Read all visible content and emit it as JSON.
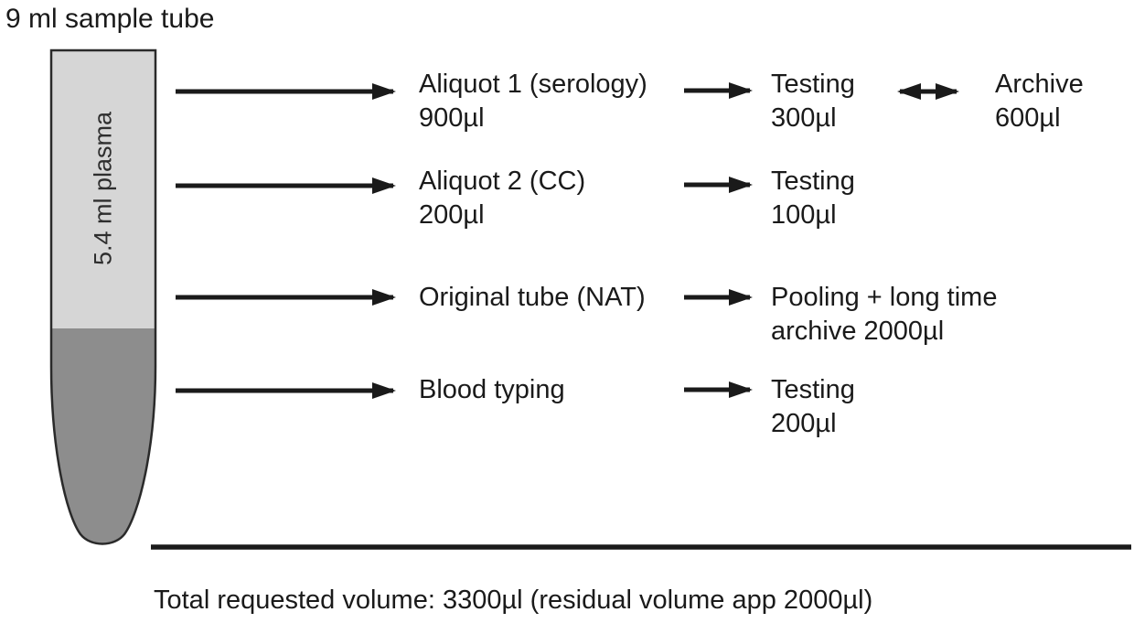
{
  "title": "9 ml sample tube",
  "ink_color": "#1a1a1a",
  "tube": {
    "label": "5.4 ml plasma",
    "light_color": "#d6d6d6",
    "dark_color": "#8d8d8d",
    "outline_color": "#2a2a2a"
  },
  "rows": [
    {
      "source": {
        "line1": "Aliquot 1 (serology)",
        "line2": "900µl"
      },
      "dest": {
        "line1": "Testing",
        "line2": "300µl"
      },
      "extra": {
        "line1": "Archive",
        "line2": "600µl"
      }
    },
    {
      "source": {
        "line1": "Aliquot 2 (CC)",
        "line2": "200µl"
      },
      "dest": {
        "line1": "Testing",
        "line2": "100µl"
      }
    },
    {
      "source": {
        "line1": "Original tube (NAT)"
      },
      "dest": {
        "line1": "Pooling + long time",
        "line2": "archive 2000µl"
      }
    },
    {
      "source": {
        "line1": "Blood typing"
      },
      "dest": {
        "line1": "Testing",
        "line2": "200µl"
      }
    }
  ],
  "footer": {
    "total": "Total requested volume: 3300µl (residual volume app 2000µl)"
  }
}
